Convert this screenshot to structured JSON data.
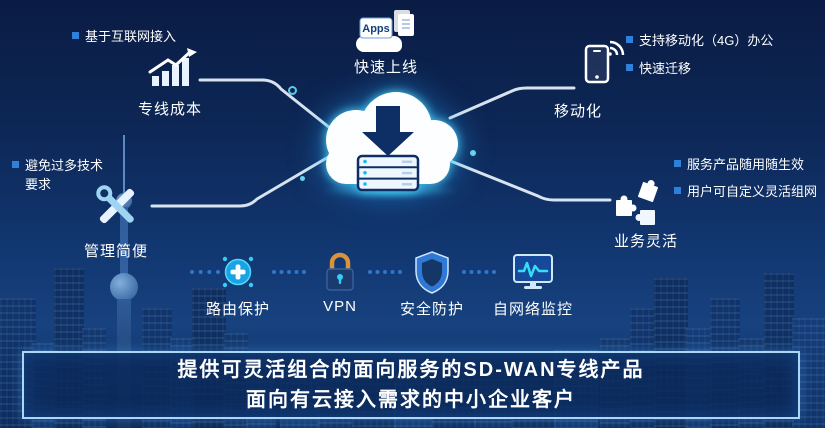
{
  "diagram": {
    "top_left": {
      "note": "基于互联网接入",
      "label": "专线成本"
    },
    "top_center": {
      "badge": "Apps",
      "label": "快速上线"
    },
    "top_right": {
      "note1": "支持移动化（4G）办公",
      "note2": "快速迁移",
      "label": "移动化"
    },
    "mid_left": {
      "note1": "避免过多技术",
      "note2": "要求",
      "label": "管理简便"
    },
    "mid_right": {
      "note1": "服务产品随用随生效",
      "note2": "用户可自定义灵活组网",
      "label": "业务灵活"
    },
    "capabilities": [
      {
        "label": "路由保护",
        "icon": "route-protection-icon"
      },
      {
        "label": "VPN",
        "icon": "vpn-lock-icon"
      },
      {
        "label": "安全防护",
        "icon": "security-shield-icon"
      },
      {
        "label": "自网络监控",
        "icon": "network-monitor-icon"
      }
    ],
    "banner": {
      "line1": "提供可灵活组合的面向服务的SD-WAN专线产品",
      "line2": "面向有云接入需求的中小企业客户"
    }
  },
  "colors": {
    "background_top": "#0a1c44",
    "background_mid": "#11356e",
    "accent_cyan": "#2ed4ff",
    "connector_line": "#e9f3fc",
    "banner_border": "#a9d7f5",
    "bullet_blue": "#2f80d8",
    "text": "#ffffff"
  }
}
